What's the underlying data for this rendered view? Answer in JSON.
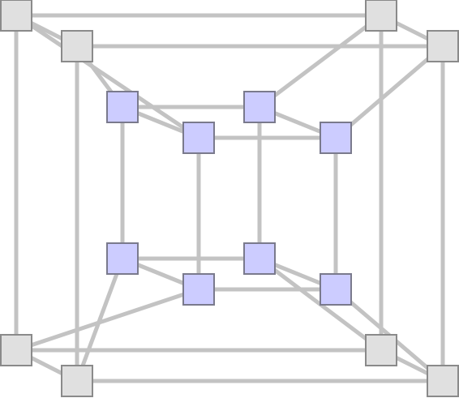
{
  "colors": {
    "background": "#ffffff",
    "edge": "#c3c3c3",
    "outer_node_fill": "#e0e0e0",
    "outer_node_stroke": "#8a8a8a",
    "inner_node_fill": "#ccccff",
    "inner_node_stroke": "#7a7a8c"
  },
  "diagram": {
    "structure": "tesseract",
    "nodes": [
      {
        "id": "o1",
        "group": "outer"
      },
      {
        "id": "o2",
        "group": "outer"
      },
      {
        "id": "o3",
        "group": "outer"
      },
      {
        "id": "o4",
        "group": "outer"
      },
      {
        "id": "o5",
        "group": "outer"
      },
      {
        "id": "o6",
        "group": "outer"
      },
      {
        "id": "o7",
        "group": "outer"
      },
      {
        "id": "o8",
        "group": "outer"
      },
      {
        "id": "i1",
        "group": "inner"
      },
      {
        "id": "i2",
        "group": "inner"
      },
      {
        "id": "i3",
        "group": "inner"
      },
      {
        "id": "i4",
        "group": "inner"
      },
      {
        "id": "i5",
        "group": "inner"
      },
      {
        "id": "i6",
        "group": "inner"
      },
      {
        "id": "i7",
        "group": "inner"
      },
      {
        "id": "i8",
        "group": "inner"
      }
    ],
    "edges": [
      [
        "o1",
        "o2"
      ],
      [
        "o1",
        "o3"
      ],
      [
        "o1",
        "o5"
      ],
      [
        "o2",
        "o4"
      ],
      [
        "o2",
        "o6"
      ],
      [
        "o3",
        "o4"
      ],
      [
        "o3",
        "o7"
      ],
      [
        "o4",
        "o8"
      ],
      [
        "o5",
        "o6"
      ],
      [
        "o5",
        "o7"
      ],
      [
        "o6",
        "o8"
      ],
      [
        "o7",
        "o8"
      ],
      [
        "i1",
        "i2"
      ],
      [
        "i1",
        "i3"
      ],
      [
        "i1",
        "i5"
      ],
      [
        "i2",
        "i4"
      ],
      [
        "i2",
        "i6"
      ],
      [
        "i3",
        "i4"
      ],
      [
        "i3",
        "i7"
      ],
      [
        "i4",
        "i8"
      ],
      [
        "i5",
        "i6"
      ],
      [
        "i5",
        "i7"
      ],
      [
        "i6",
        "i8"
      ],
      [
        "i7",
        "i8"
      ],
      [
        "o1",
        "i3"
      ],
      [
        "o2",
        "i2"
      ],
      [
        "o3",
        "i1"
      ],
      [
        "o4",
        "i4"
      ],
      [
        "o5",
        "i7"
      ],
      [
        "o6",
        "i6"
      ],
      [
        "o7",
        "i5"
      ],
      [
        "o8",
        "i8"
      ]
    ]
  }
}
